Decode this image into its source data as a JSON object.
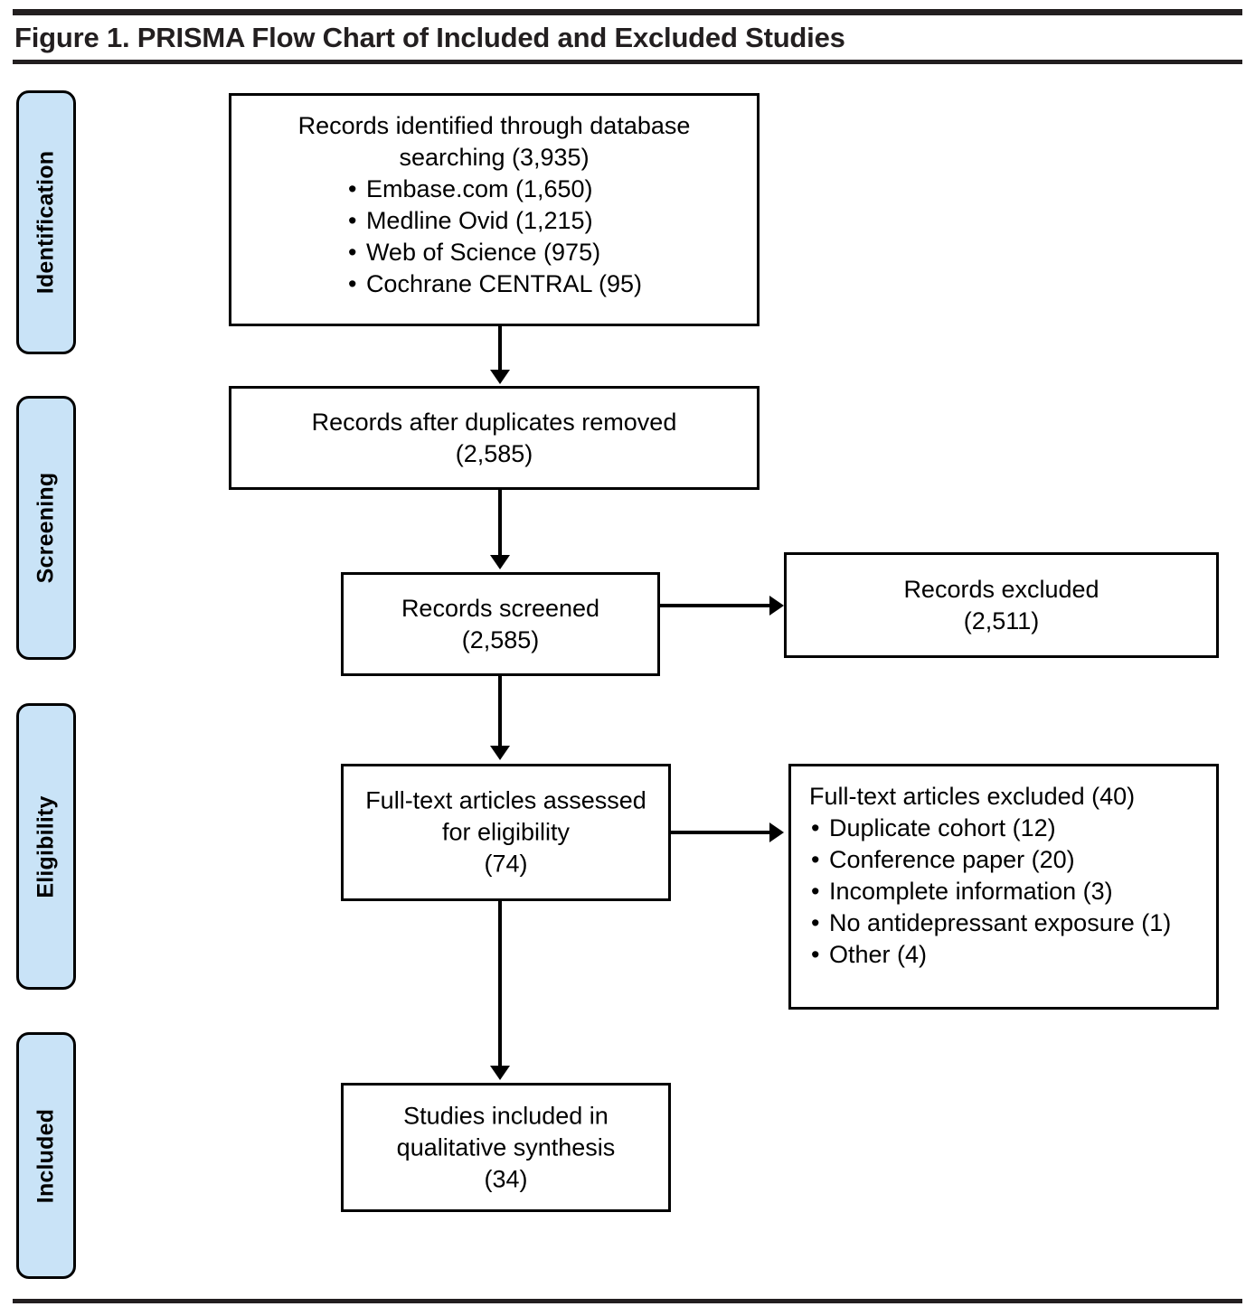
{
  "figure": {
    "title": "Figure 1. PRISMA Flow Chart of Included and Excluded Studies"
  },
  "stages": [
    {
      "label": "Identification"
    },
    {
      "label": "Screening"
    },
    {
      "label": "Eligibility"
    },
    {
      "label": "Included"
    }
  ],
  "boxes": {
    "identified": {
      "line1": "Records identified through database",
      "line2": "searching (3,935)",
      "sources": [
        "Embase.com (1,650)",
        "Medline Ovid (1,215)",
        "Web of Science (975)",
        "Cochrane CENTRAL (95)"
      ]
    },
    "duplicates_removed": {
      "line1": "Records after duplicates removed",
      "line2": "(2,585)"
    },
    "screened": {
      "line1": "Records screened",
      "line2": "(2,585)"
    },
    "records_excluded": {
      "line1": "Records excluded",
      "line2": "(2,511)"
    },
    "fulltext_assessed": {
      "line1": "Full-text articles assessed",
      "line2": "for eligibility",
      "line3": "(74)"
    },
    "fulltext_excluded": {
      "heading": "Full-text articles excluded (40)",
      "reasons": [
        "Duplicate cohort (12)",
        "Conference paper (20)",
        "Incomplete information (3)",
        "No antidepressant exposure (1)",
        "Other (4)"
      ]
    },
    "included": {
      "line1": "Studies included in",
      "line2": "qualitative synthesis",
      "line3": "(34)"
    }
  },
  "colors": {
    "stage_fill": "#c9e3f7",
    "rule": "#231f20",
    "border": "#000000"
  }
}
